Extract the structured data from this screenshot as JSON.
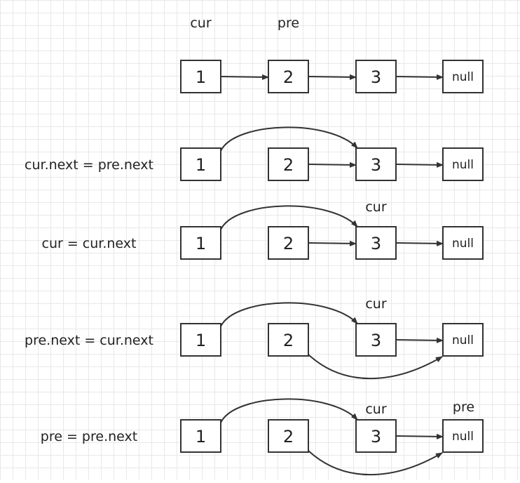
{
  "colors": {
    "grid": "#e8e8e8",
    "stroke": "#333333",
    "text": "#222222",
    "background": "#ffffff"
  },
  "steps": [
    {
      "caption": "",
      "nodes": [
        "1",
        "2",
        "3",
        "null"
      ],
      "pointers": [
        {
          "label": "cur",
          "at": 0
        },
        {
          "label": "pre",
          "at": 1
        }
      ],
      "links": [
        [
          0,
          1
        ],
        [
          1,
          2
        ],
        [
          2,
          3
        ]
      ]
    },
    {
      "caption": "cur.next = pre.next",
      "nodes": [
        "1",
        "2",
        "3",
        "null"
      ],
      "pointers": [],
      "links": [
        [
          0,
          2
        ],
        [
          1,
          2
        ],
        [
          2,
          3
        ]
      ]
    },
    {
      "caption": "cur = cur.next",
      "nodes": [
        "1",
        "2",
        "3",
        "null"
      ],
      "pointers": [
        {
          "label": "cur",
          "at": 2
        }
      ],
      "links": [
        [
          0,
          2
        ],
        [
          1,
          2
        ],
        [
          2,
          3
        ]
      ]
    },
    {
      "caption": "pre.next = cur.next",
      "nodes": [
        "1",
        "2",
        "3",
        "null"
      ],
      "pointers": [
        {
          "label": "cur",
          "at": 2
        }
      ],
      "links": [
        [
          0,
          2
        ],
        [
          1,
          3
        ],
        [
          2,
          3
        ]
      ]
    },
    {
      "caption": "pre = pre.next",
      "nodes": [
        "1",
        "2",
        "3",
        "null"
      ],
      "pointers": [
        {
          "label": "cur",
          "at": 2
        },
        {
          "label": "pre",
          "at": 3
        }
      ],
      "links": [
        [
          0,
          2
        ],
        [
          1,
          3
        ],
        [
          2,
          3
        ]
      ]
    }
  ]
}
